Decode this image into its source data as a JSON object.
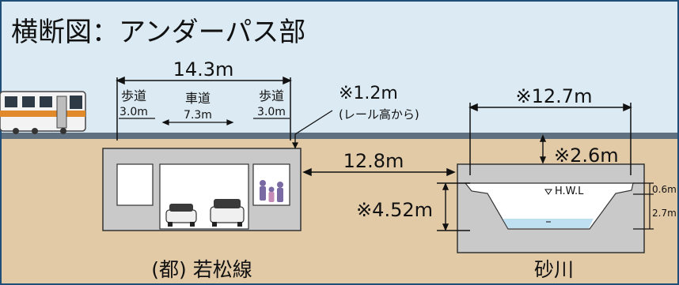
{
  "title": "横断図：アンダーパス部",
  "colors": {
    "sky": "#dbeaf3",
    "ground": "#e2caa7",
    "concrete": "#c9c9c9",
    "rail": "#5f7180",
    "water": "#bfe0f0",
    "frame": "#1f4e79"
  },
  "dimensions": {
    "total_width": "14.3m",
    "sidewalk_left_label": "歩道",
    "sidewalk_left_value": "3.0m",
    "roadway_label": "車道",
    "roadway_value": "7.3m",
    "sidewalk_right_label": "歩道",
    "sidewalk_right_value": "3.0m",
    "depth_from_rail": "※1.2m",
    "depth_from_rail_note": "(レール高から)",
    "river_width": "※12.7m",
    "river_cover": "※2.6m",
    "gap_between": "12.8m",
    "river_height": "※4.52m",
    "freeboard": "0.6m",
    "water_depth": "2.7m",
    "hwl_label": "H.W.L"
  },
  "structures": {
    "underpass_name": "(都) 若松線",
    "river_name": "砂川"
  },
  "icons": [
    "train-icon",
    "car-icon",
    "pedestrians-icon",
    "water-level-marker-icon"
  ]
}
